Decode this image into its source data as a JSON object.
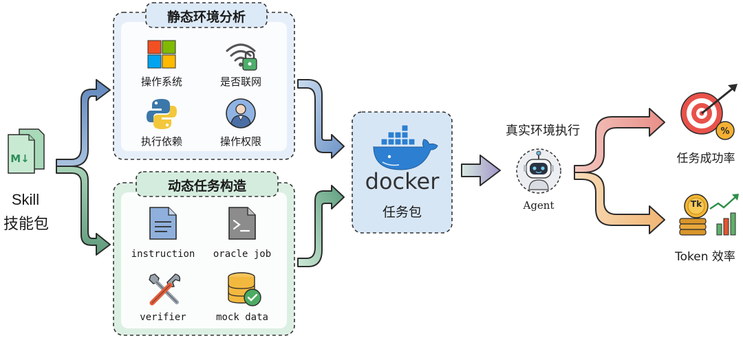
{
  "skill": {
    "title": "Skill",
    "subtitle": "技能包",
    "badge": "M↓"
  },
  "static_panel": {
    "title": "静态环境分析",
    "items": [
      {
        "label": "操作系统",
        "icon": "windows-icon"
      },
      {
        "label": "是否联网",
        "icon": "wifi-lock-icon"
      },
      {
        "label": "执行依赖",
        "icon": "python-icon"
      },
      {
        "label": "操作权限",
        "icon": "user-icon"
      }
    ]
  },
  "dynamic_panel": {
    "title": "动态任务构造",
    "items": [
      {
        "label": "instruction",
        "icon": "document-icon"
      },
      {
        "label": "oracle job",
        "icon": "terminal-icon"
      },
      {
        "label": "verifier",
        "icon": "tools-icon"
      },
      {
        "label": "mock data",
        "icon": "database-check-icon"
      }
    ]
  },
  "docker": {
    "wordmark": "docker",
    "label": "任务包"
  },
  "agent": {
    "title": "真实环境执行",
    "label": "Agent"
  },
  "outputs": {
    "success": "任务成功率",
    "token": "Token 效率",
    "token_badge": "Tk"
  },
  "colors": {
    "blue_arrow": "#7f9fc9",
    "green_arrow": "#6fa98a",
    "purple_arrow": "#a79ac9",
    "red_arrow": "#e8a09a",
    "orange_arrow": "#f2bf86",
    "static_bg": "#e6eff9",
    "dynamic_bg": "#dcefe3",
    "docker_bg": "#d7e6f5"
  }
}
